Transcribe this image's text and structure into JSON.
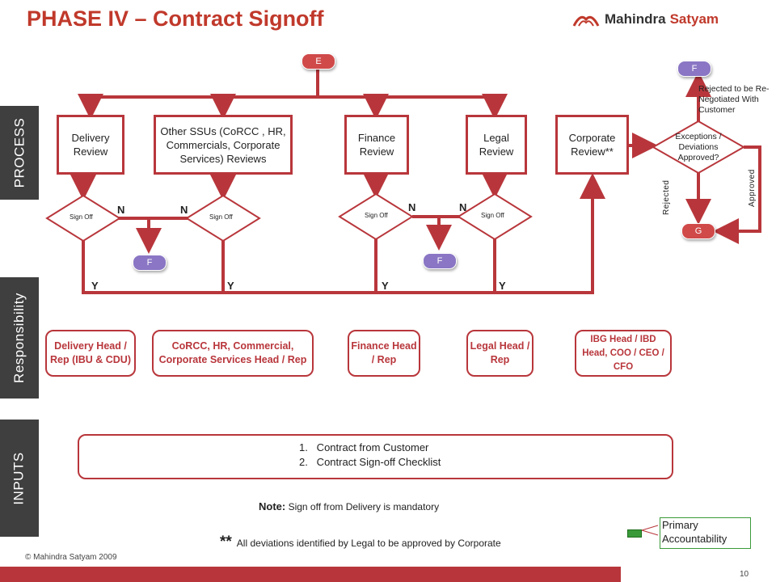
{
  "title": "PHASE IV – Contract Signoff",
  "logo": {
    "name_part1": "Mahindra",
    "name_part2": "Satyam"
  },
  "sidebar": {
    "process": "PROCESS",
    "responsibility": "Responsibility",
    "inputs": "INPUTS"
  },
  "badges": {
    "e": "E",
    "f": "F",
    "g": "G"
  },
  "process_boxes": {
    "delivery": "Delivery Review",
    "other_ssus": "Other SSUs (CoRCC , HR, Commercials, Corporate Services) Reviews",
    "finance": "Finance Review",
    "legal": "Legal Review",
    "corporate": "Corporate Review**"
  },
  "decision": {
    "sign_off": "Sign Off",
    "exceptions": "Exceptions / Deviations Approved?",
    "no": "N",
    "yes": "Y",
    "rejected": "Rejected",
    "approved": "Approved",
    "rejected_renegotiate": "Rejected to be Re-Negotiated With Customer"
  },
  "responsibility": {
    "delivery": "Delivery Head / Rep (IBU & CDU)",
    "corcc": "CoRCC, HR, Commercial, Corporate Services Head / Rep",
    "finance": "Finance Head / Rep",
    "legal": "Legal Head / Rep",
    "corporate": "IBG Head / IBD Head, COO / CEO / CFO"
  },
  "inputs": {
    "item1": "1.   Contract from Customer",
    "item2": "2.   Contract Sign-off Checklist"
  },
  "note": {
    "label": "Note:",
    "text": "Sign off from Delivery is mandatory"
  },
  "deviation_note": {
    "marker": "**",
    "text": "All deviations identified by Legal to be approved by Corporate"
  },
  "legend": {
    "primary": "Primary Accountability"
  },
  "copyright": "© Mahindra Satyam 2009",
  "page_number": "10",
  "colors": {
    "accent": "#b8363b",
    "badge_purple": "#8a76c4",
    "sidebar": "#3f3f3f",
    "legend_green": "#3a9a3a"
  }
}
